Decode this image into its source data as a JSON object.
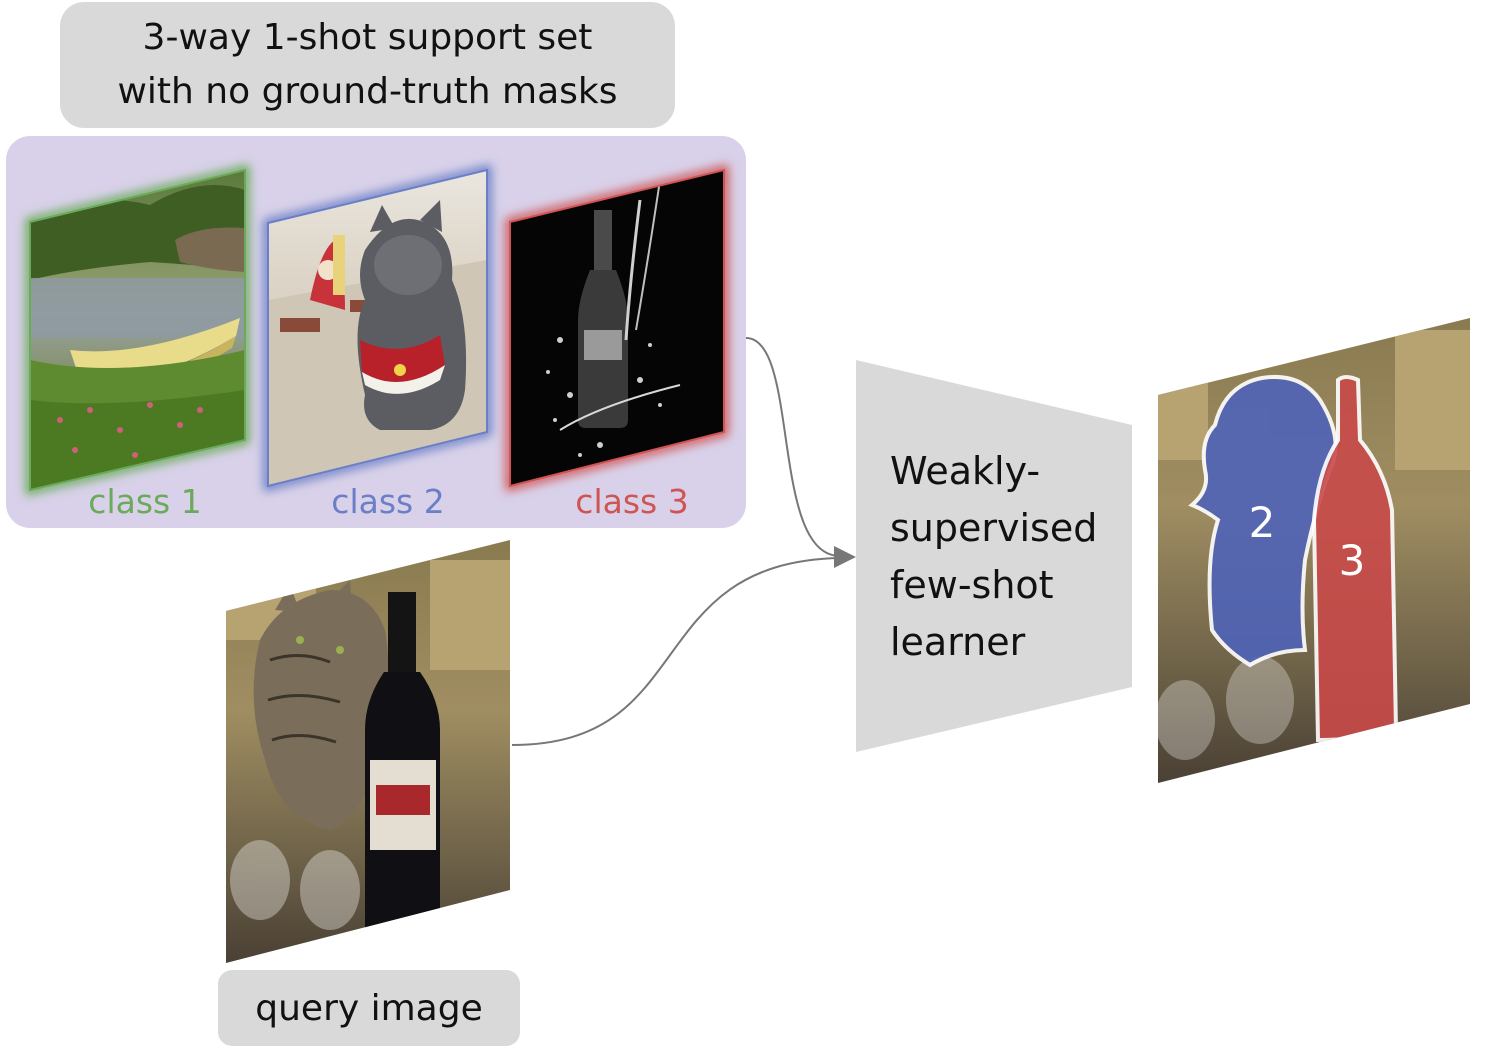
{
  "support_set": {
    "title_line1": "3-way 1-shot support set",
    "title_line2": "with no ground-truth masks",
    "panel_color": "#d8d1e9",
    "classes": [
      {
        "label": "class 1",
        "color": "#6aaa5a",
        "image": "boat-on-lake-photo"
      },
      {
        "label": "class 2",
        "color": "#6b7fc6",
        "image": "cat-photo"
      },
      {
        "label": "class 3",
        "color": "#d05454",
        "image": "bottle-splash-photo"
      }
    ]
  },
  "learner": {
    "line1": "Weakly-",
    "line2": "supervised",
    "line3": "few-shot",
    "line4": "learner"
  },
  "query": {
    "label": "query image",
    "image": "cat-and-wine-bottle-photo"
  },
  "output": {
    "image": "segmented-query-photo",
    "segments": [
      {
        "label": "2",
        "color": "#4f63b8"
      },
      {
        "label": "3",
        "color": "#c94a4a"
      }
    ]
  }
}
